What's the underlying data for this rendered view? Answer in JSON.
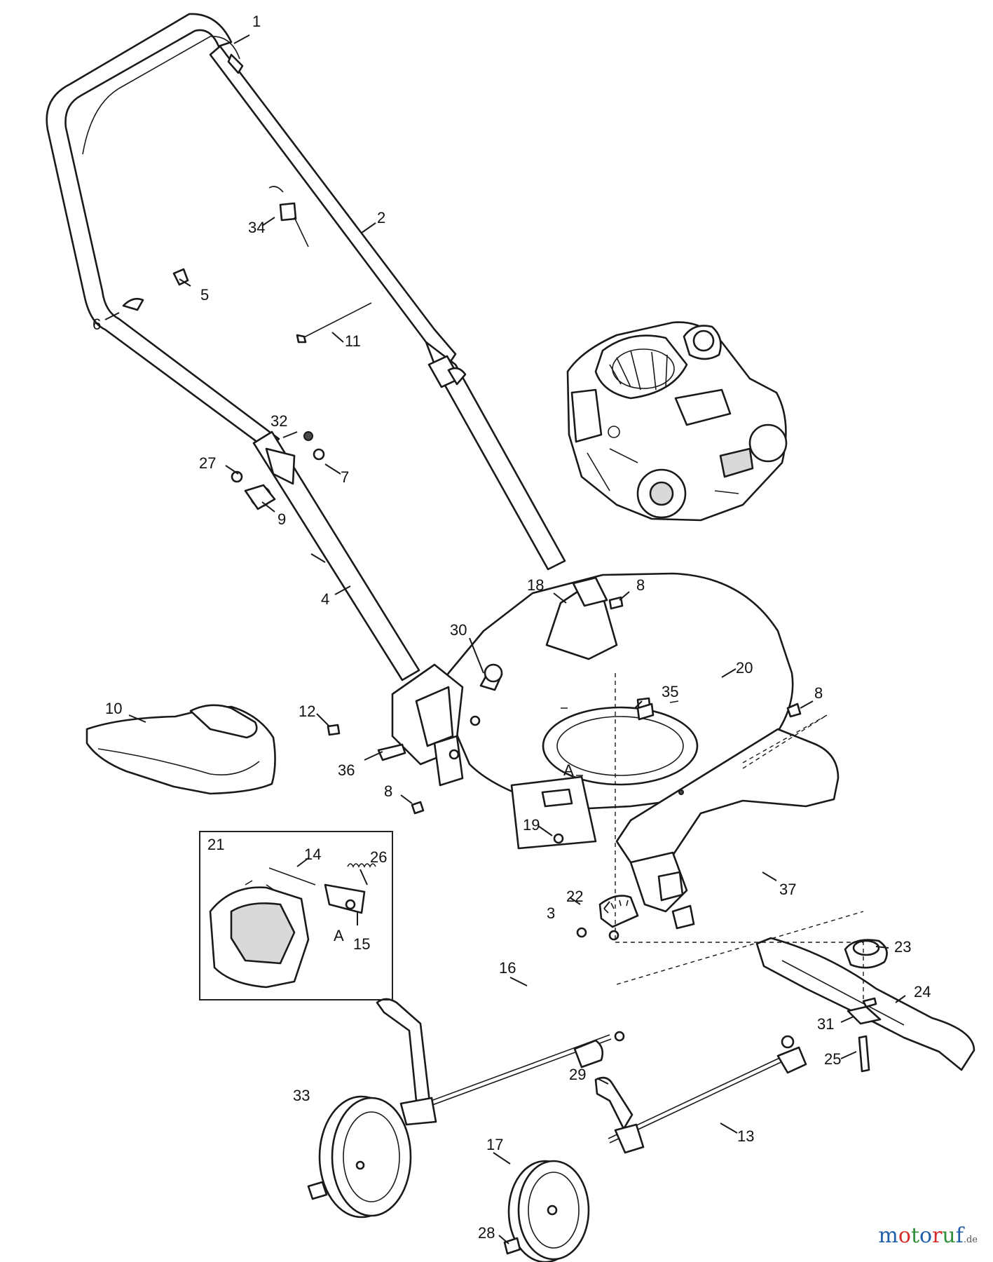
{
  "callouts": {
    "c1": "1",
    "c2": "2",
    "c3": "3",
    "c4": "4",
    "c5": "5",
    "c6": "6",
    "c7": "7",
    "c8a": "8",
    "c8b": "8",
    "c8c": "8",
    "c9": "9",
    "c10": "10",
    "c11": "11",
    "c12": "12",
    "c13": "13",
    "c14": "14",
    "c15": "15",
    "c16": "16",
    "c17": "17",
    "c18": "18",
    "c19": "19",
    "c20": "20",
    "c21": "21",
    "c22": "22",
    "c23": "23",
    "c24": "24",
    "c25": "25",
    "c26": "26",
    "c27": "27",
    "c28": "28",
    "c29": "29",
    "c30": "30",
    "c31": "31",
    "c32": "32",
    "c33": "33",
    "c34": "34",
    "c35": "35",
    "c36": "36",
    "c37": "37"
  },
  "reference_marks": {
    "deck_a": "A",
    "inset_a": "A"
  },
  "watermark": {
    "brand": "motoruf",
    "suffix": ".de",
    "colors": [
      "#1f5fa8",
      "#d62b2b",
      "#2f8f3a"
    ]
  }
}
